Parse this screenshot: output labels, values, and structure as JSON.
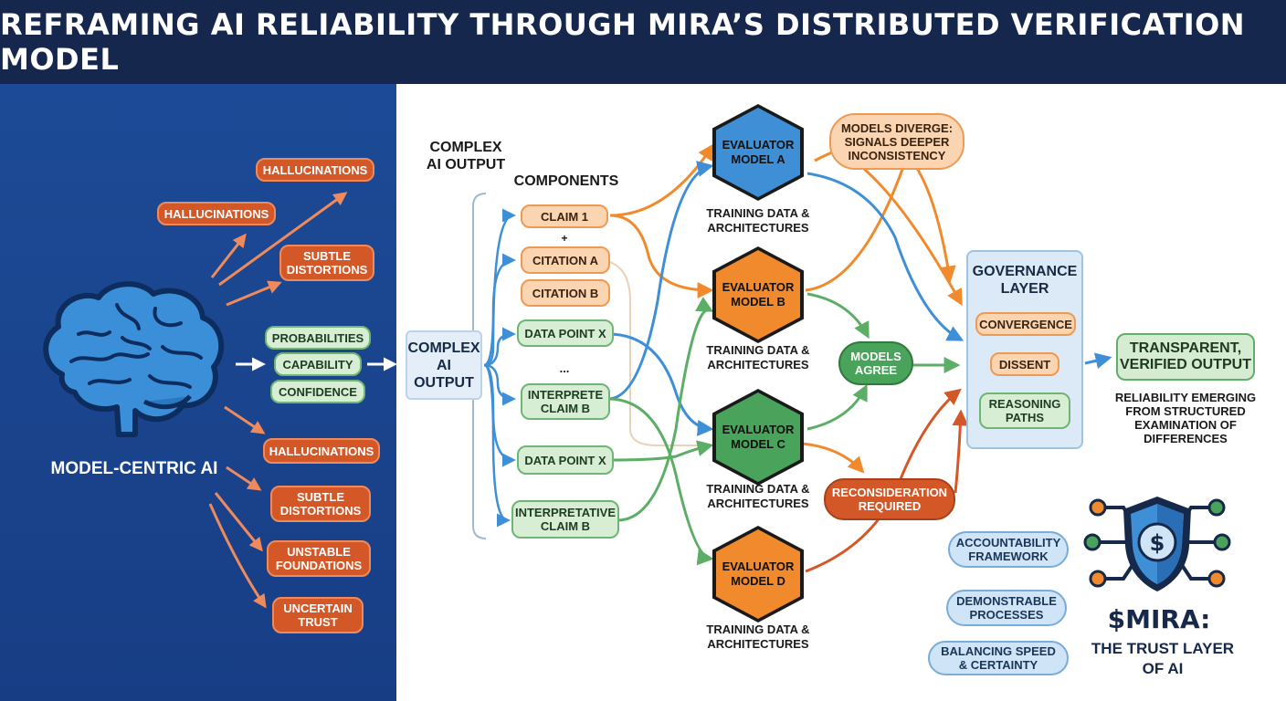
{
  "title": "REFRAMING AI RELIABILITY THROUGH MIRA’S DISTRIBUTED VERIFICATION MODEL",
  "left": {
    "brain_label": "MODEL-CENTRIC AI",
    "upper_issues": [
      "HALLUCINATIONS",
      "HALLUCINATIONS",
      "SUBTLE\nDISTORTIONS"
    ],
    "center_items": [
      "PROBABILITIES",
      "CAPABILITY",
      "CONFIDENCE"
    ],
    "lower_issues": [
      "HALLUCINATIONS",
      "SUBTLE\nDISTORTIONS",
      "UNSTABLE\nFOUNDATIONS",
      "UNCERTAIN\nTRUST"
    ]
  },
  "input": {
    "top_label": "COMPLEX\nAI OUTPUT",
    "box_label": "COMPLEX\nAI\nOUTPUT",
    "components_label": "COMPONENTS",
    "components": [
      "CLAIM 1",
      "CITATION A",
      "CITATION B",
      "DATA POINT X",
      "INTERPRETE\nCLAIM B",
      "DATA POINT X",
      "INTERPRETATIVE\nCLAIM B"
    ],
    "plus": "+",
    "ellipsis": "..."
  },
  "evaluators": [
    {
      "name": "EVALUATOR\nMODEL A",
      "caption": "TRAINING DATA &\nARCHITECTURES",
      "color": "#3f8fd6"
    },
    {
      "name": "EVALUATOR\nMODEL B",
      "caption": "TRAINING DATA &\nARCHITECTURES",
      "color": "#f18a2c"
    },
    {
      "name": "EVALUATOR\nMODEL C",
      "caption": "TRAINING DATA &\nARCHITECTURES",
      "color": "#4aa35a"
    },
    {
      "name": "EVALUATOR\nMODEL D",
      "caption": "TRAINING DATA &\nARCHITECTURES",
      "color": "#f18a2c"
    }
  ],
  "signals": {
    "diverge": "MODELS DIVERGE:\nSIGNALS DEEPER\nINCONSISTENCY",
    "agree": "MODELS\nAGREE",
    "reconsider": "RECONSIDERATION\nREQUIRED"
  },
  "governance": {
    "title": "GOVERNANCE\nLAYER",
    "items": [
      "CONVERGENCE",
      "DISSENT",
      "REASONING\nPATHS"
    ]
  },
  "output": {
    "label": "TRANSPARENT,\nVERIFIED OUTPUT",
    "caption": "RELIABILITY EMERGING\nFROM STRUCTURED\nEXAMINATION OF\nDIFFERENCES"
  },
  "principles": [
    "ACCOUNTABILITY\nFRAMEWORK",
    "DEMONSTRABLE\nPROCESSES",
    "BALANCING SPEED\n& CERTAINTY"
  ],
  "brand": {
    "name": "$MIRA:",
    "tagline": "THE TRUST LAYER\nOF AI",
    "shield_symbol": "$",
    "icon": "shield-network-icon"
  },
  "colors": {
    "header": "#16274d",
    "left_panel": "#1d4a96",
    "orange": "#f18a2c",
    "blue": "#3f8fd6",
    "green": "#4aa35a",
    "red": "#d45727"
  }
}
